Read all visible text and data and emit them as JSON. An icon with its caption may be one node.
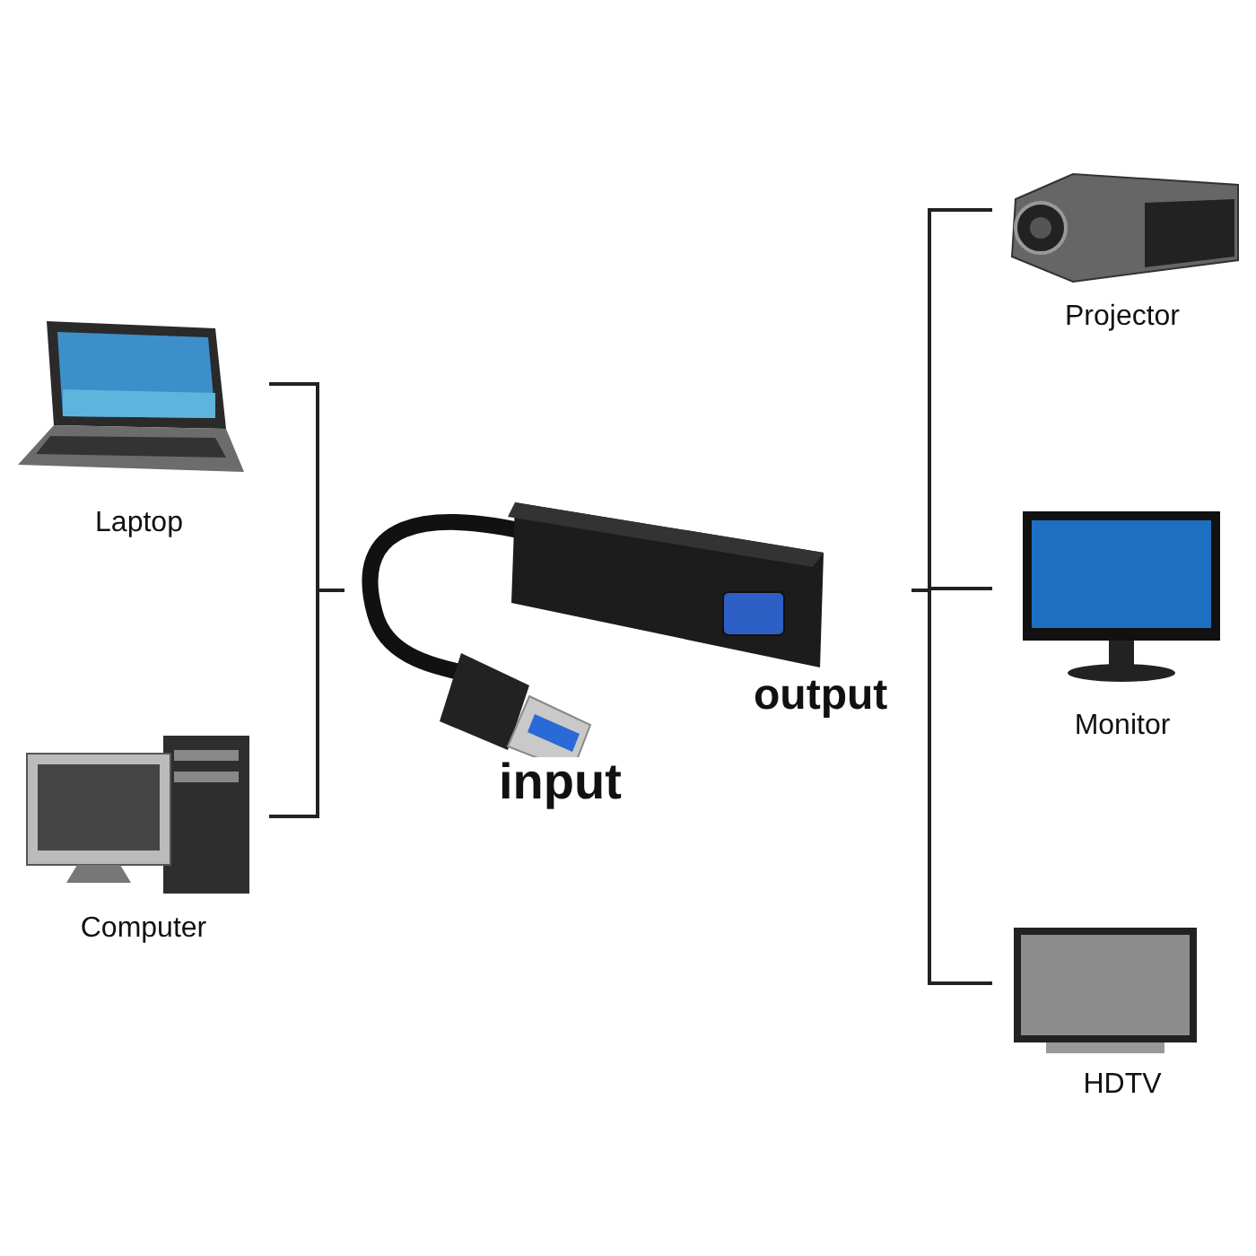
{
  "diagram": {
    "nodes": [
      {
        "text": [
          "Laptop"
        ]
      },
      {
        "text": [
          "Computer"
        ]
      },
      {
        "text": [],
        "shape": "picture"
      },
      {
        "text": [
          "Projector"
        ]
      },
      {
        "text": [
          "Monitor"
        ]
      },
      {
        "text": [
          "HDTV"
        ]
      }
    ],
    "edges": [
      {
        "from": 0,
        "to": 2,
        "arrow": "none"
      },
      {
        "from": 1,
        "to": 2,
        "arrow": "none"
      },
      {
        "from": 2,
        "to": 3,
        "arrow": "none"
      },
      {
        "from": 2,
        "to": 4,
        "arrow": "none"
      },
      {
        "from": 2,
        "to": 5,
        "arrow": "none"
      }
    ],
    "labels": [
      "output",
      "input"
    ]
  }
}
